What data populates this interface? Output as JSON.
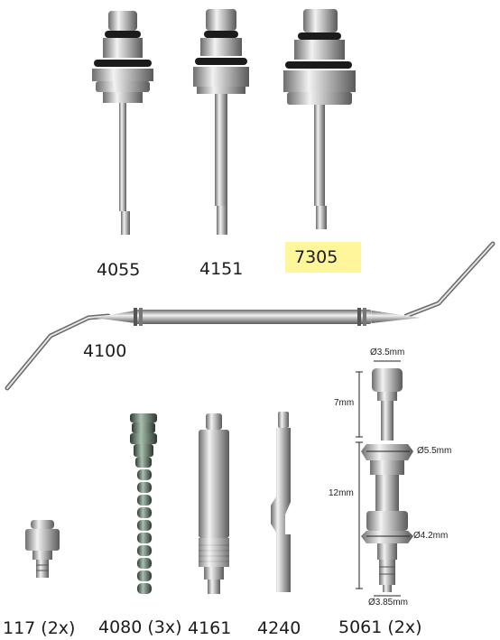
{
  "products": [
    {
      "code": "4055"
    },
    {
      "code": "4151"
    },
    {
      "code": "7305",
      "highlight_color": "#fff59a"
    },
    {
      "code": "4100"
    },
    {
      "code": "117 (2x)"
    },
    {
      "code": "4080 (3x)"
    },
    {
      "code": "4161"
    },
    {
      "code": "4240"
    },
    {
      "code": "5061 (2x)"
    }
  ],
  "dimensions": {
    "top_diameter": "Ø3.5mm",
    "upper_length": "7mm",
    "mid_diameter": "Ø5.5mm",
    "lower_length": "12mm",
    "lower_diameter": "Ø4.2mm",
    "tip_diameter": "Ø3.85mm"
  }
}
